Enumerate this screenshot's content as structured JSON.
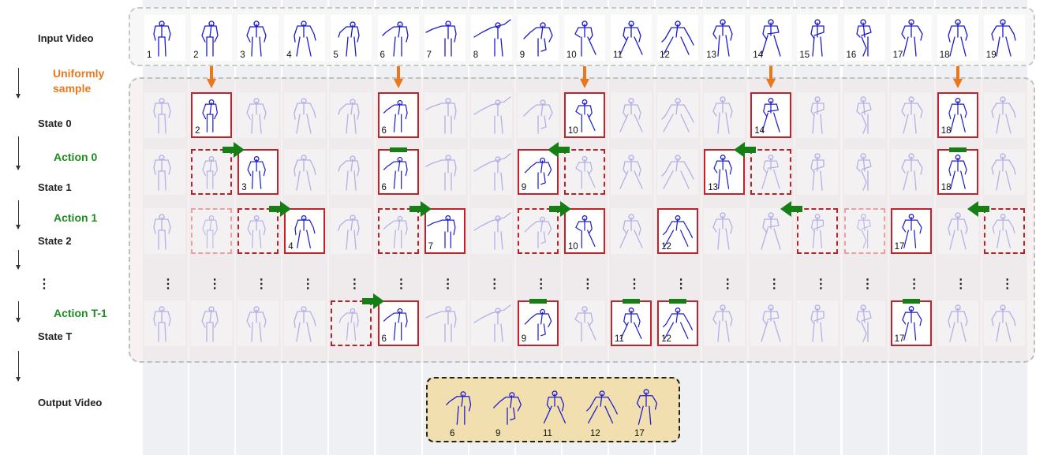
{
  "rows": {
    "input_video": "Input Video",
    "uniformly_sample": "Uniformly sample",
    "state0": "State 0",
    "action0": "Action 0",
    "state1": "State 1",
    "action1": "Action 1",
    "state2": "State 2",
    "action_tm1": "Action T-1",
    "state_t": "State T",
    "output_video": "Output Video"
  },
  "ellipsis": "⋮",
  "frame_numbers": [
    "1",
    "2",
    "3",
    "4",
    "5",
    "6",
    "7",
    "8",
    "9",
    "10",
    "11",
    "12",
    "13",
    "14",
    "15",
    "16",
    "17",
    "18",
    "19"
  ],
  "states": {
    "state0": {
      "selected": [
        "2",
        "6",
        "10",
        "14",
        "18"
      ]
    },
    "state1": {
      "selected": [
        "3",
        "6",
        "9",
        "13",
        "18"
      ]
    },
    "state2": {
      "selected": [
        "4",
        "7",
        "10",
        "12",
        "17"
      ]
    },
    "state_t": {
      "selected": [
        "6",
        "9",
        "11",
        "12",
        "17"
      ]
    }
  },
  "output_frames": [
    "6",
    "9",
    "11",
    "12",
    "17"
  ],
  "colors": {
    "skeleton": "#1a1acc",
    "selected_border": "#c0232b",
    "action_green": "#157f15",
    "sample_orange": "#e8781e",
    "output_bg": "#f1dfb0"
  }
}
